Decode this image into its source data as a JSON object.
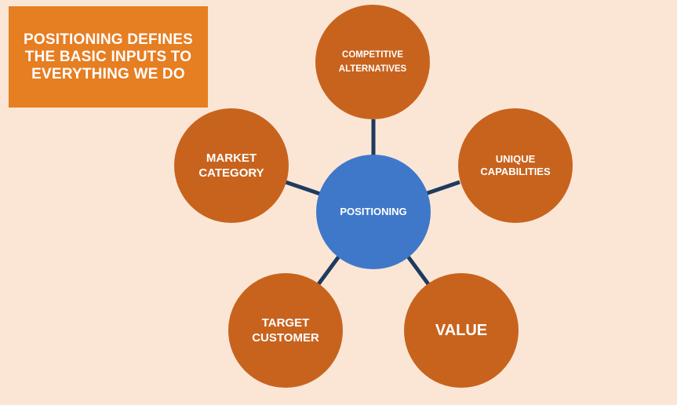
{
  "title": "POSITIONING DEFINES THE BASIC INPUTS TO EVERYTHING WE DO",
  "center": "POSITIONING",
  "nodes": {
    "competitive": "COMPETITIVE ALTERNATIVES",
    "unique": "UNIQUE CAPABILITIES",
    "market": "MARKET CATEGORY",
    "target": "TARGET CUSTOMER",
    "value": "VALUE"
  },
  "colors": {
    "background": "#fbe6d6",
    "title_box": "#e67e22",
    "outer_node": "#c8631e",
    "center_node": "#3f78c8",
    "connector": "#1f3a5f"
  }
}
